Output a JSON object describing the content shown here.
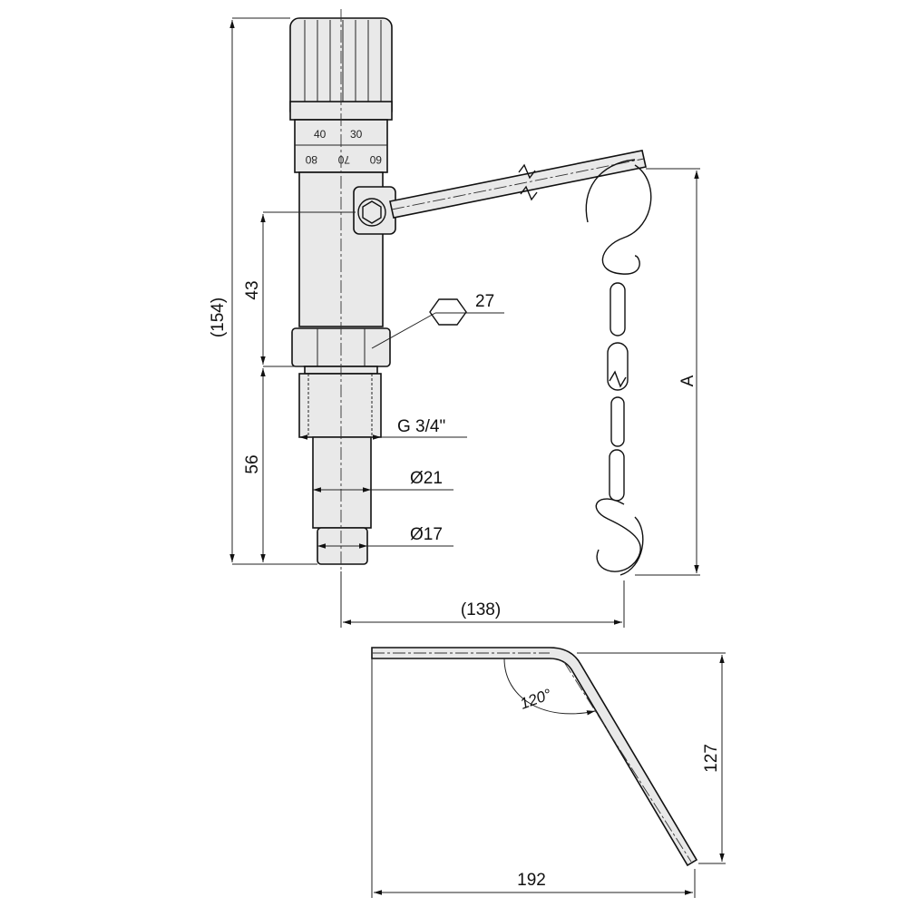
{
  "drawing": {
    "dimensions": {
      "total_height": "(154)",
      "upper_length": "43",
      "lower_length": "56",
      "hex_size": "27",
      "thread": "G 3/4\"",
      "dia_21": "Ø21",
      "dia_17": "Ø17",
      "chain_length": "A",
      "horizontal_reach": "(138)",
      "bend_angle": "120°",
      "rod_height": "127",
      "rod_width": "192"
    },
    "scale_marks": {
      "top_row": [
        "40",
        "30"
      ],
      "bottom_row": [
        "80",
        "70",
        "60"
      ]
    },
    "icons": {
      "hexagon": "hexagon-icon",
      "break_mark": "break-mark-icon"
    }
  }
}
